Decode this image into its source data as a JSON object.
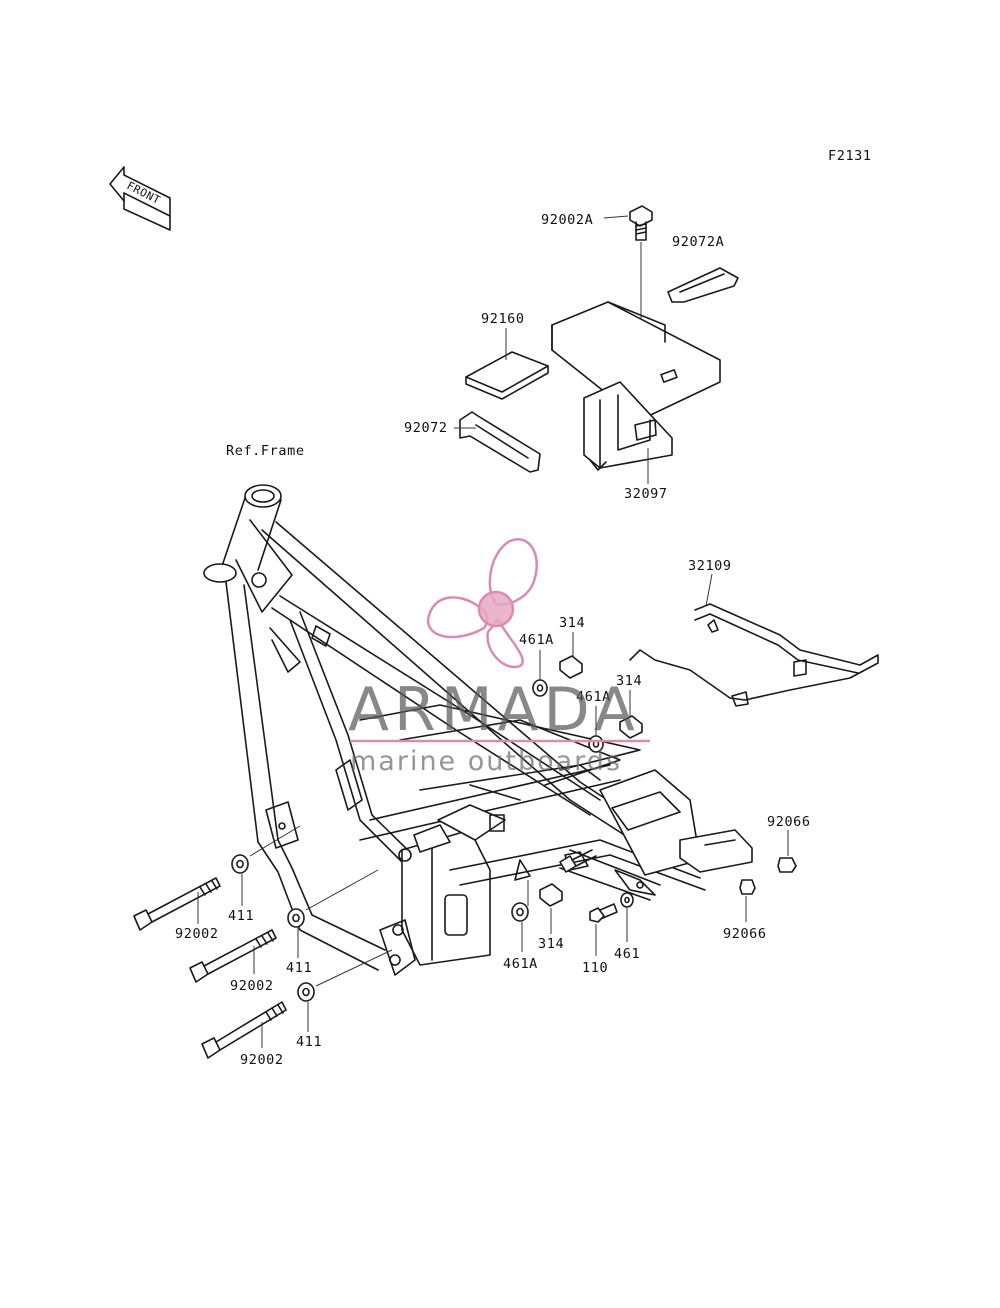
{
  "figure_code": "F2131",
  "front_arrow_text": "FRONT",
  "ref_frame_label": "Ref.Frame",
  "watermark": {
    "brand": "ARMADA",
    "tagline": "marine outboards",
    "logo_color": "#d88cb0",
    "text_color": "#5a5a5a"
  },
  "callouts": {
    "bolt_top": "92002A",
    "strap_top": "92072A",
    "pad": "92160",
    "strap_left": "92072",
    "battery_case": "32097",
    "stay": "32109",
    "nut_upper": "314",
    "washer_upper": "461A",
    "nut_mid": "314",
    "washer_mid": "461A",
    "collar_right": "92066",
    "collar_lower": "92066",
    "washer_left_1": "411",
    "washer_left_2": "411",
    "washer_left_3": "411",
    "bolt_left_1": "92002",
    "bolt_left_2": "92002",
    "bolt_left_3": "92002",
    "washer_low": "461A",
    "nut_low": "314",
    "bolt_low": "110",
    "washer_low_right": "461"
  }
}
